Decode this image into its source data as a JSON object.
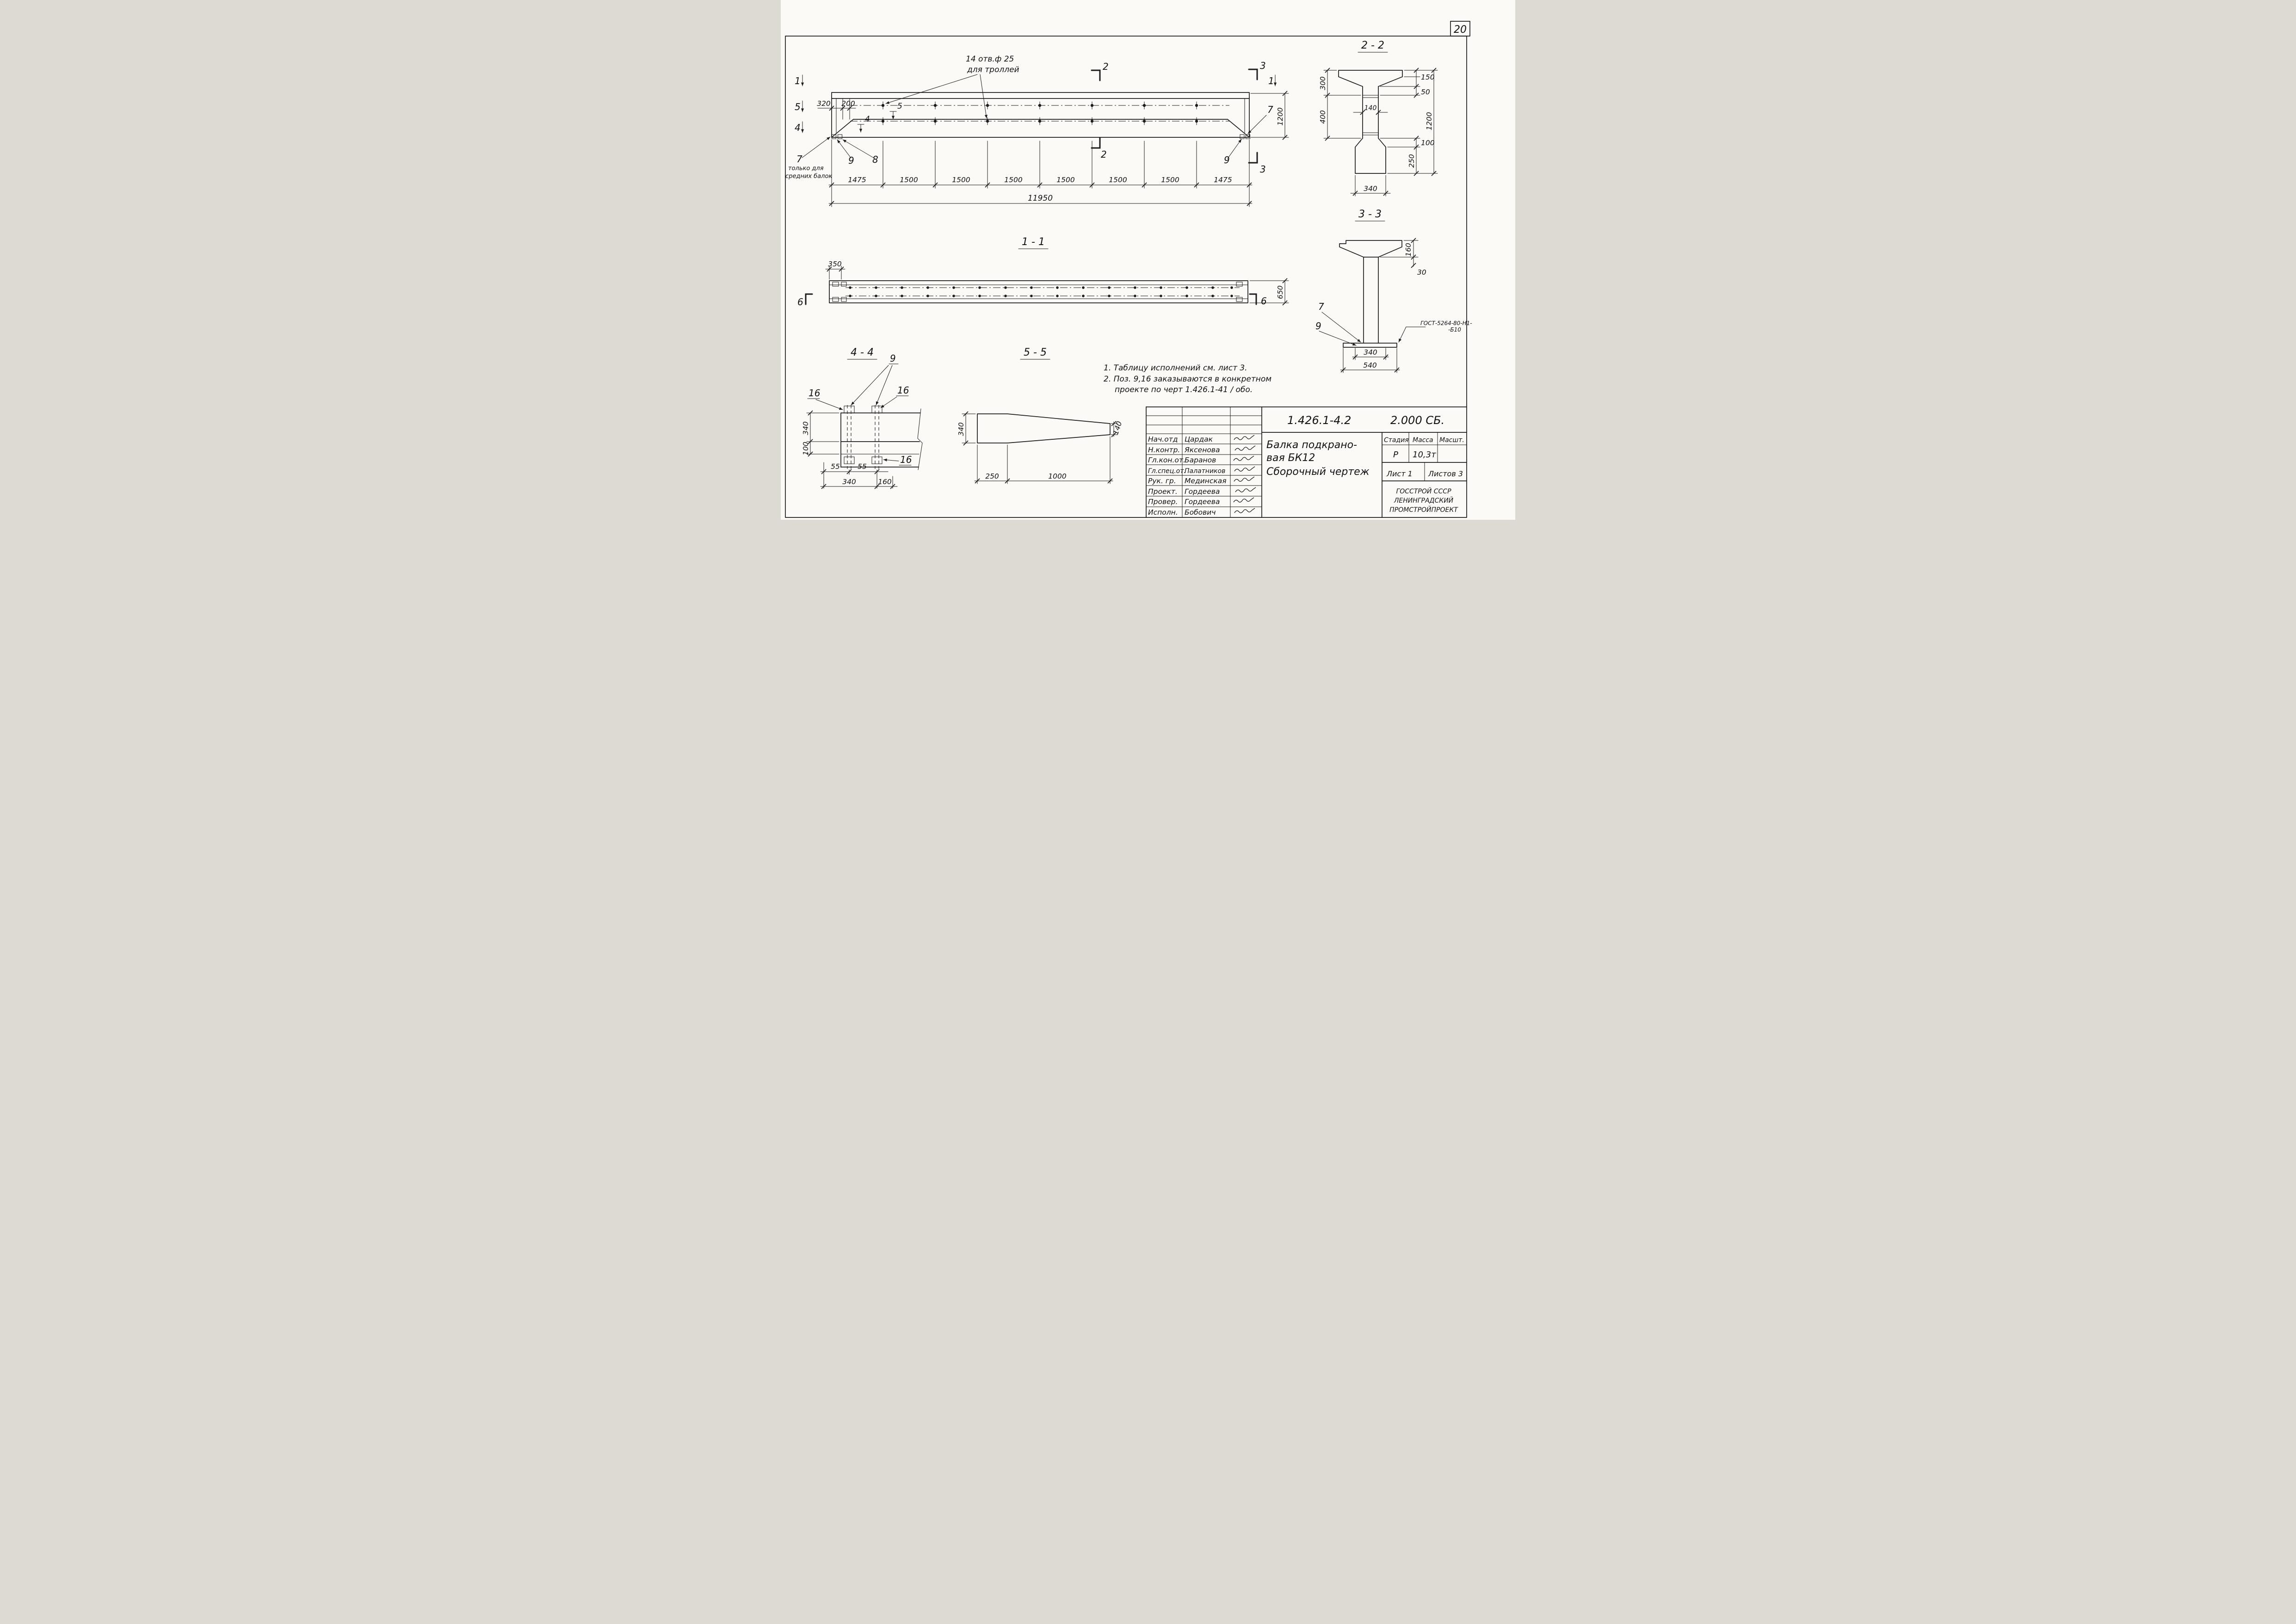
{
  "page_number": "20",
  "elevation": {
    "hole_note": {
      "line1": "14 отв.ф 25",
      "line2": "для троллей"
    },
    "left_note": {
      "line1": "только для",
      "line2": "средних балок"
    },
    "dims": {
      "d320": "320",
      "d200": "200",
      "d1200": "1200",
      "segments": [
        "1475",
        "1500",
        "1500",
        "1500",
        "1500",
        "1500",
        "1500",
        "1475"
      ],
      "total": "11950"
    }
  },
  "markers": {
    "s1": "1",
    "s2": "2",
    "s3": "3",
    "s4": "4",
    "s5": "5",
    "s6": "6",
    "s7": "7",
    "s8": "8",
    "s9": "9",
    "s16": "16"
  },
  "section22": {
    "title": "2 - 2",
    "dims": {
      "d300": "300",
      "d400": "400",
      "d150": "150",
      "d50": "50",
      "d140": "140",
      "d100": "100",
      "d250": "250",
      "d1200": "1200",
      "d340": "340"
    }
  },
  "section33": {
    "title": "3 - 3",
    "dims": {
      "d160": "160",
      "d30": "30",
      "d340": "340",
      "d540": "540"
    },
    "gost": {
      "line1": "ГОСТ-5264-80-Н1-",
      "line2": "-Б10"
    }
  },
  "section11": {
    "title": "1 - 1",
    "dims": {
      "d350": "350",
      "d650": "650"
    }
  },
  "section44": {
    "title": "4 - 4",
    "dims": {
      "d340side": "340",
      "d100": "100",
      "d55a": "55",
      "d55b": "55",
      "d340": "340",
      "d160": "160"
    }
  },
  "section55": {
    "title": "5 - 5",
    "dims": {
      "d340": "340",
      "d140": "140",
      "d250": "250",
      "d1000": "1000"
    }
  },
  "notes": {
    "line1": "1. Таблицу исполнений  см. лист 3.",
    "line2": "2. Поз. 9,16 заказываются в конкретном",
    "line3": "проекте по черт 1.426.1-41 / обо."
  },
  "title_block": {
    "doc_number": "1.426.1-4.2",
    "doc_code": "2.000 СБ.",
    "title_line1": "Балка подкрано-",
    "title_line2": "вая БК12",
    "title_line3": "Сборочный чертеж",
    "col_stage": "Стадия",
    "col_mass": "Масса",
    "col_scale": "Масшт.",
    "stage": "Р",
    "mass": "10,3т",
    "sheet": "Лист 1",
    "sheets": "Листов 3",
    "org_line1": "ГОССТРОЙ СССР",
    "org_line2": "ЛЕНИНГРАДСКИЙ",
    "org_line3": "ПРОМСТРОЙПРОЕКТ",
    "rows": [
      {
        "role": "Нач.отд",
        "name": "Цардак"
      },
      {
        "role": "Н.контр.",
        "name": "Яксенова"
      },
      {
        "role": "Гл.кон.от.",
        "name": "Баранов"
      },
      {
        "role": "Гл.спец.от.",
        "name": "Палатников"
      },
      {
        "role": "Рук. гр.",
        "name": "Мединская"
      },
      {
        "role": "Проект.",
        "name": "Гордеева"
      },
      {
        "role": "Провер.",
        "name": "Гордеева"
      },
      {
        "role": "Исполн.",
        "name": "Бобович"
      }
    ]
  }
}
